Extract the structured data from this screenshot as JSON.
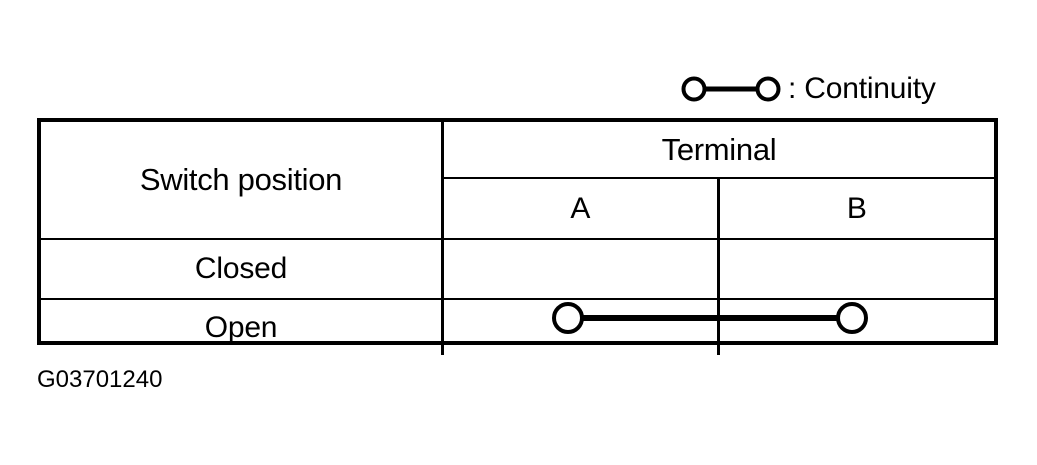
{
  "legend": {
    "symbol_name": "continuity-symbol",
    "label": ": Continuity"
  },
  "table": {
    "headers": {
      "switch_position": "Switch position",
      "terminal": "Terminal",
      "terminal_a": "A",
      "terminal_b": "B"
    },
    "rows": [
      {
        "label": "Closed",
        "terminal_a": "",
        "terminal_b": "",
        "continuity": false
      },
      {
        "label": "Open",
        "terminal_a": "",
        "terminal_b": "",
        "continuity": true
      }
    ]
  },
  "caption": "G03701240",
  "colors": {
    "ink": "#000000",
    "paper": "#ffffff"
  }
}
